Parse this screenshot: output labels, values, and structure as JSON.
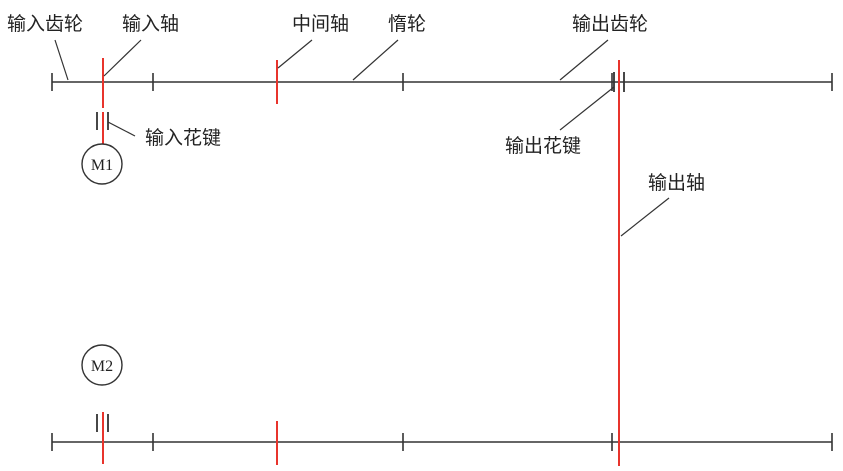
{
  "labels": {
    "input_gear": "输入齿轮",
    "input_shaft": "输入轴",
    "intermediate_shaft": "中间轴",
    "idler_gear": "惰轮",
    "output_gear": "输出齿轮",
    "input_spline": "输入花键",
    "output_spline": "输出花键",
    "output_shaft": "输出轴"
  },
  "motors": {
    "m1": "M1",
    "m2": "M2"
  },
  "colors": {
    "line": "#333333",
    "shaft": "#e8342c",
    "background": "#ffffff"
  }
}
